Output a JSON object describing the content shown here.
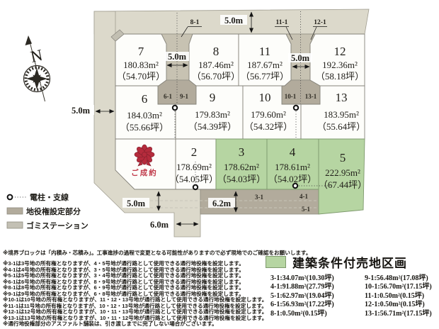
{
  "colors": {
    "road": "#dcd9cb",
    "corridor": "#c7c2b2",
    "easement": "#b2ab9c",
    "lotWhite": "#fdfdfa",
    "lotGreen": "#b6d5a2",
    "ink": "#1f1d18",
    "soldRed": "#c03a4a"
  },
  "compass": {
    "north": "N"
  },
  "dimensions": {
    "top": "5.0m",
    "left": "5.0m",
    "corridor_78": "5.0m",
    "corridor_1112": "5.0m",
    "bottom_road": "5.0m",
    "stub": "6.0m",
    "easement_strip": "6.2m"
  },
  "corner_labels": {
    "c8": "8-1",
    "c11": "11-1",
    "c12": "12-1"
  },
  "easement_labels": {
    "e3": "3-1",
    "e4": "4-1",
    "e5": "5-1",
    "e6": "6-1",
    "e9": "9-1",
    "e10": "10-1",
    "e13": "13-1"
  },
  "lots": {
    "l1": {
      "sold": "ご成約"
    },
    "l2": {
      "num": "2",
      "area": "178.69m²",
      "tsubo": "（54.05坪）"
    },
    "l3": {
      "num": "3",
      "area": "178.62m²",
      "tsubo": "（54.03坪）"
    },
    "l4": {
      "num": "4",
      "area": "178.61m²",
      "tsubo": "（54.02坪）"
    },
    "l5": {
      "num": "5",
      "area": "222.95m²",
      "tsubo": "（67.44坪）"
    },
    "l6": {
      "num": "6",
      "area": "184.03m²",
      "tsubo": "（55.66坪）"
    },
    "l7": {
      "num": "7",
      "area": "180.83m²",
      "tsubo": "（54.70坪）"
    },
    "l8": {
      "num": "8",
      "area": "187.46m²",
      "tsubo": "（56.70坪）"
    },
    "l9": {
      "num": "9",
      "area": "179.83m²",
      "tsubo": "（54.39坪）"
    },
    "l10": {
      "num": "10",
      "area": "179.60m²",
      "tsubo": "（54.32坪）"
    },
    "l11": {
      "num": "11",
      "area": "187.67m²",
      "tsubo": "（56.77坪）"
    },
    "l12": {
      "num": "12",
      "area": "192.36m²",
      "tsubo": "（58.18坪）"
    },
    "l13": {
      "num": "13",
      "area": "183.95m²",
      "tsubo": "（55.64坪）"
    }
  },
  "legend": {
    "pole": "電柱・支線",
    "easement": "地役権設定部分",
    "garbage": "ゴミステーション",
    "green_zone": "建築条件付売地区画"
  },
  "notes": {
    "boundary": "※境界ブロックは「内積み・芯積み」。工事進捗の過程で変更となる可能性がありますので必ず現地でのご確認をお願いします。",
    "lines": [
      "※3-1は3号地の所有権となりますが、4・5号地が通行路として使用できる通行地役権を設定します。",
      "※4-1は4号地の所有権となりますが、3・5号地が通行路として使用できる通行地役権を設定します。",
      "※5-1は5号地の所有権となりますが、3・4号地が通行路として使用できる通行地役権を設定します。",
      "※6-1は6号地の所有権となりますが、8・9号地が通行路として使用できる通行地役権を設定します。",
      "※8-1は8号地の所有権となりますが、6・9号地が通行路として使用できる通行地役権を設定します。",
      "※9-1は9号地の所有権となりますが、6・8号地が通行路として使用できる通行地役権を設定します。",
      "※10-1は10号地の所有権となりますが、11・12・13号地が通行路として使用できる通行地役権を設定します。",
      "※11-1は11号地の所有権となりますが、10・12・13号地が通行路として使用できる通行地役権を設定します。",
      "※12-1は12号地の所有権となりますが、10・11・13号地が通行路として使用できる通行地役権を設定します。",
      "※13-1は13号地の所有権となりますが、10・11・12号地が通行路として使用できる通行地役権を設定します。",
      "※通行地役権部分のアスファルト舗装は、引き渡しまでに完了しない場合がございます。"
    ]
  },
  "easement_table": {
    "col1": [
      "3-1:34.07m²(10.30坪)",
      "4-1:91.88m²(27.79坪)",
      "5-1:62.97m²(19.04坪)",
      "6-1:56.93m²(17.22坪)",
      "8-1:0.50m²(0.15坪)"
    ],
    "col2": [
      "9-1:56.48m²(17.08坪)",
      "10-1:56.70m²(17.15坪)",
      "11-1:0.50m²(0.15坪)",
      "12-1:0.50m²(0.15坪)",
      "13-1:56.71m²(17.15坪)"
    ]
  }
}
